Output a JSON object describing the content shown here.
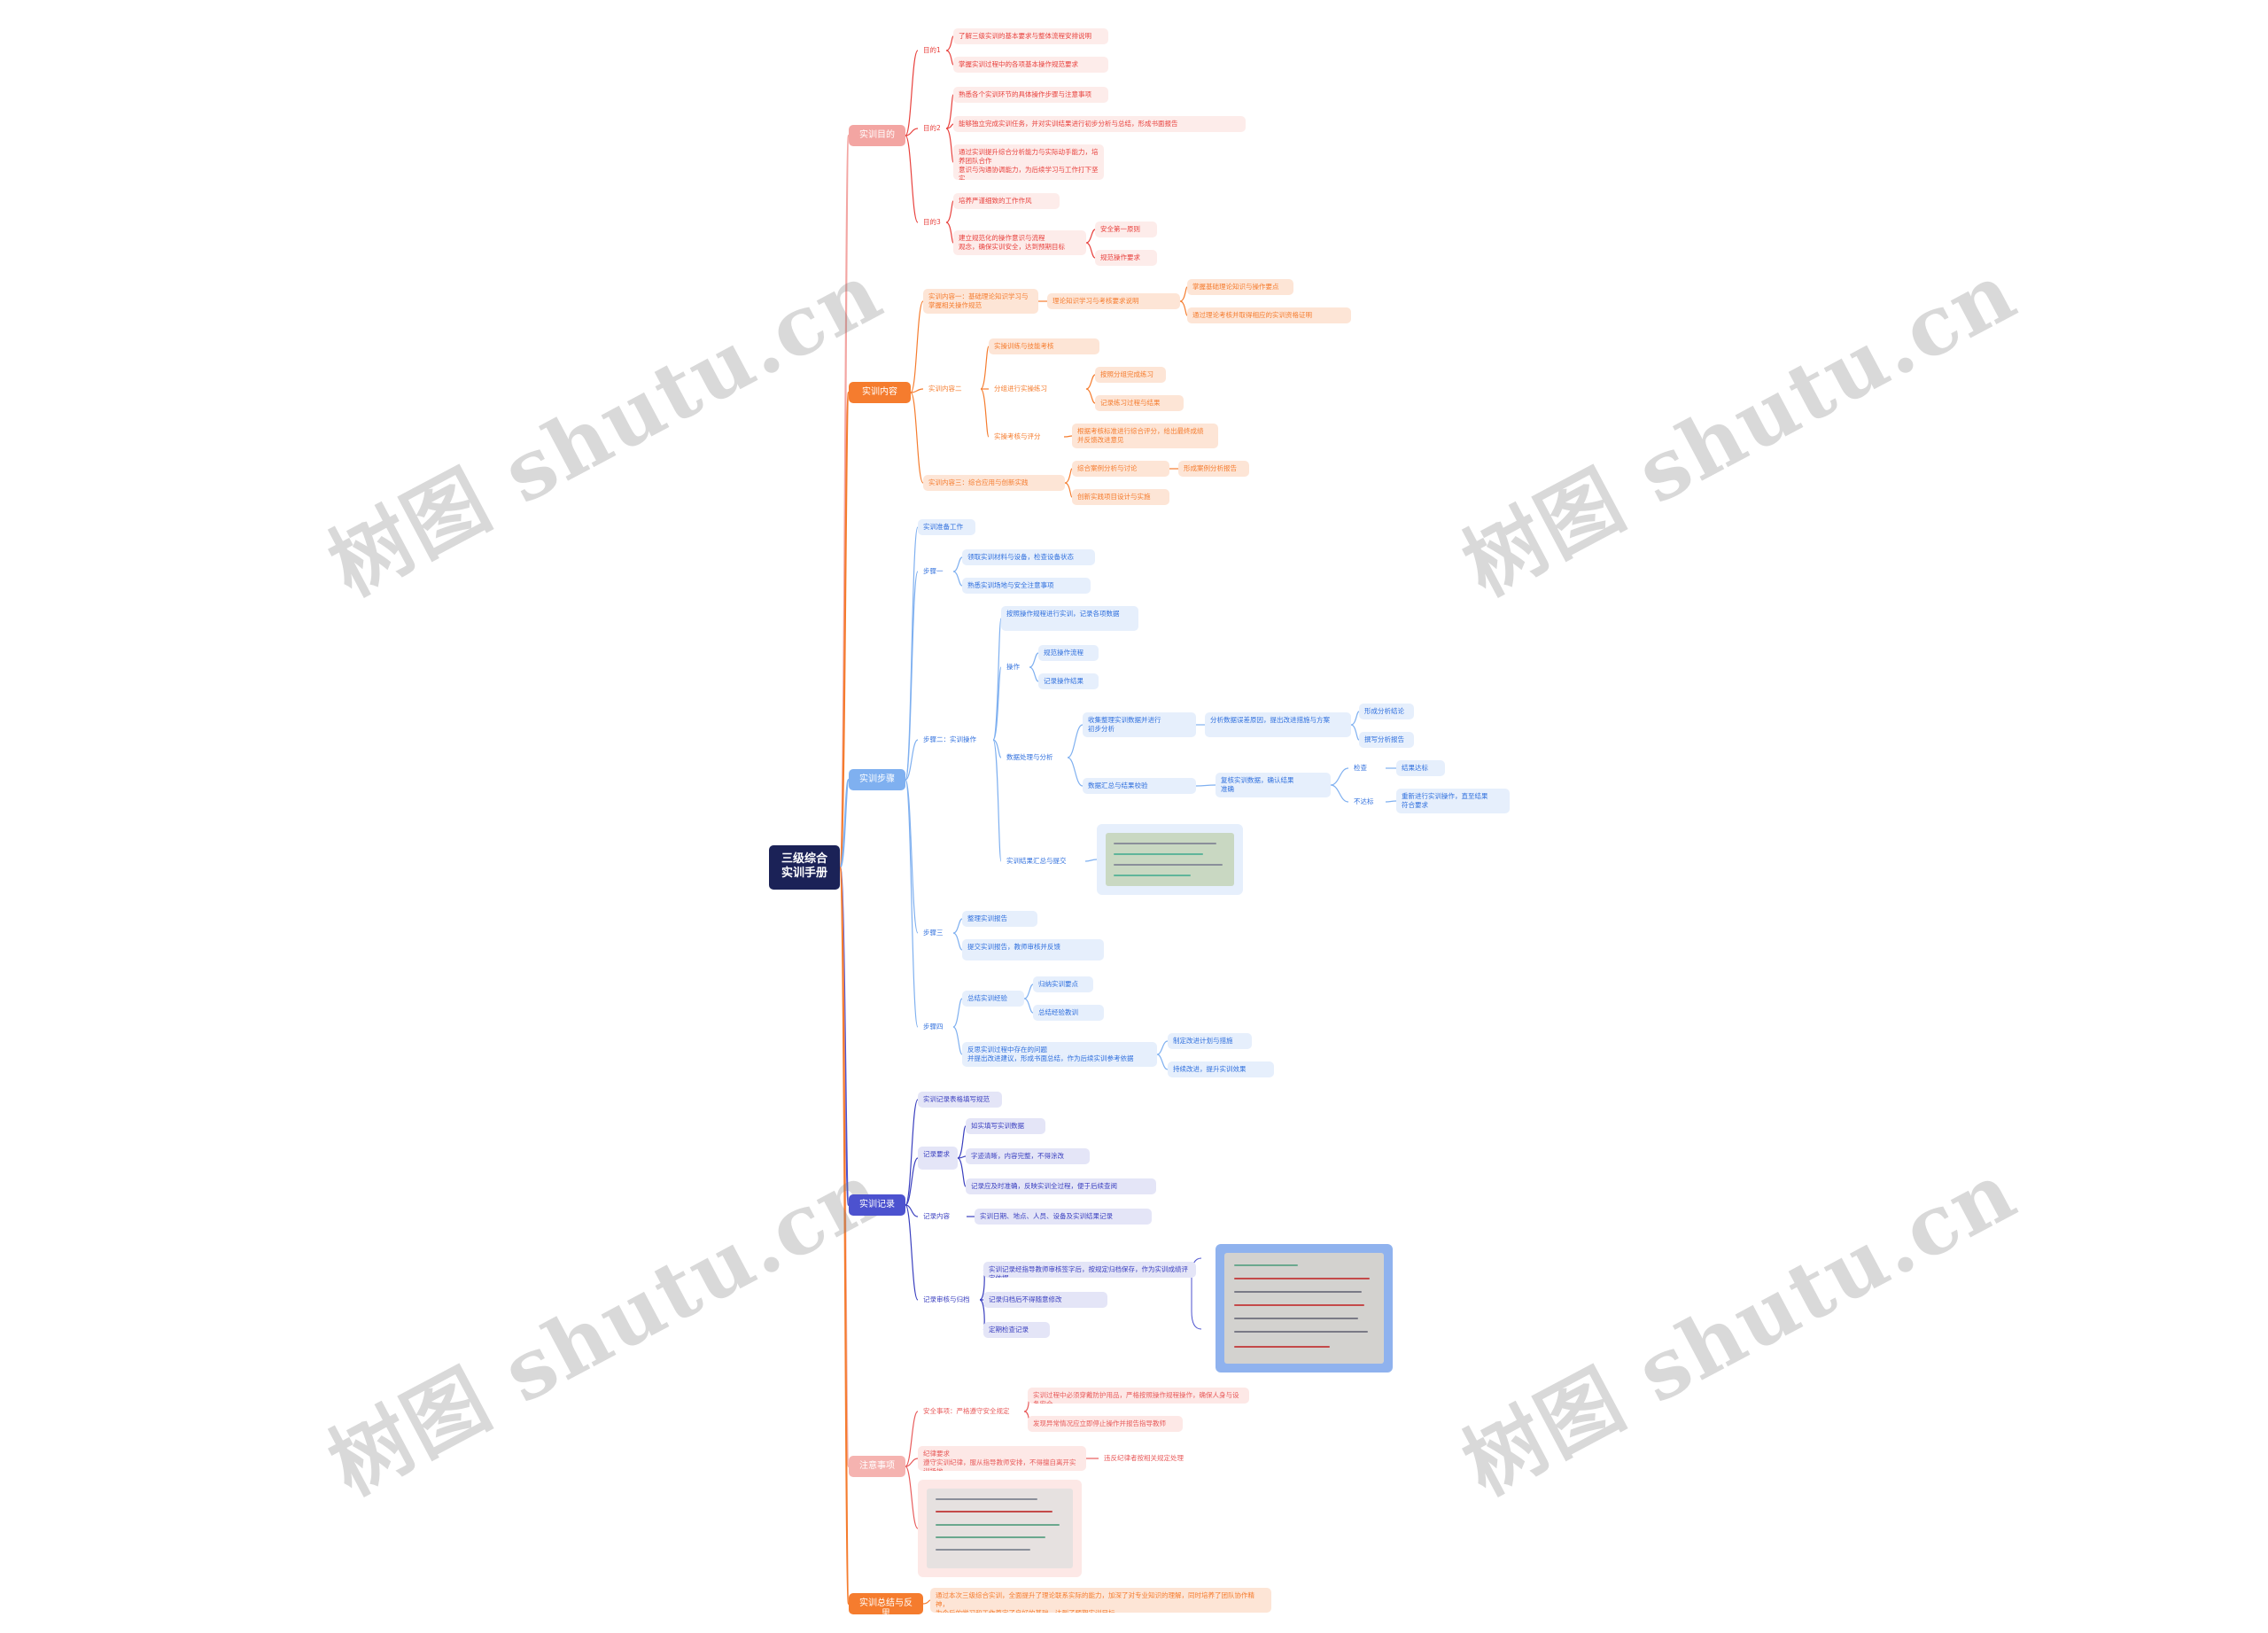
{
  "watermark_text": "树图 shutu.cn",
  "colors": {
    "red": "#e8413d",
    "red_fill": "#fdecea",
    "red_branch": "#f3a5a2",
    "orange": "#f57c2e",
    "orange_fill": "#fde5d6",
    "blue": "#2f6fdd",
    "blue_fill": "#e6effc",
    "blue_branch": "#7fb0f0",
    "indigo": "#3a3fbf",
    "indigo_fill": "#e4e5f7",
    "indigo_branch": "#4c52cf",
    "pink": "#e85b5b",
    "pink_fill": "#fde8e6",
    "pink_branch": "#f5b3b0",
    "root": "#1b2257"
  },
  "root": {
    "label": "三级综合\n实训手册"
  },
  "branches": [
    {
      "id": "b1",
      "label": "实训目的"
    },
    {
      "id": "b2",
      "label": "实训内容"
    },
    {
      "id": "b3",
      "label": "实训步骤"
    },
    {
      "id": "b4",
      "label": "实训记录"
    },
    {
      "id": "b5",
      "label": "注意事项"
    },
    {
      "id": "b6",
      "label": "实训总结与反思"
    }
  ],
  "nodes": {
    "n1": "目的1",
    "n1a": "了解三级实训的基本要求与整体流程安排说明",
    "n1b": "掌握实训过程中的各项基本操作规范要求",
    "n2": "目的2",
    "n2a": "熟悉各个实训环节的具体操作步骤与注意事项",
    "n2b": "能够独立完成实训任务，并对实训结果进行初步分析与总结，形成书面报告",
    "n2c": "通过实训提升综合分析能力与实际动手能力，培养团队合作\n意识与沟通协调能力，为后续学习与工作打下坚实\n基础并积累相关实践经验与技能",
    "n3": "目的3",
    "n3a": "培养严谨细致的工作作风",
    "n3b": "建立规范化的操作意识与流程\n观念，确保实训安全，达到预期目标",
    "n3b1": "安全第一原则",
    "n3b2": "规范操作要求",
    "o1": "实训内容一：基础理论知识学习与\n掌握相关操作规范",
    "o1a": "理论知识学习与考核要求说明",
    "o1a1": "掌握基础理论知识与操作要点",
    "o1a2": "通过理论考核并取得相应的实训资格证明",
    "o2": "实训内容二",
    "o2a": "实操训练与技能考核",
    "o2b": "分组进行实操练习",
    "o2b1": "按照分组完成练习",
    "o2b2": "记录练习过程与结果",
    "o2c": "实操考核与评分",
    "o2c1": "根据考核标准进行综合评分，给出最终成绩\n并反馈改进意见",
    "o3": "实训内容三：综合应用与创新实践",
    "o3a": "综合案例分析与讨论",
    "o3a1": "形成案例分析报告",
    "o3b": "创新实践项目设计与实施",
    "s0": "实训准备工作",
    "s1": "步骤一",
    "s1a": "领取实训材料与设备，检查设备状态",
    "s1b": "熟悉实训场地与安全注意事项",
    "s2": "步骤二：实训操作",
    "s2a": "按照操作规程进行实训，记录各项数据",
    "s2b": "操作",
    "s2b1": "规范操作流程",
    "s2b2": "记录操作结果",
    "s2c": "数据处理与分析",
    "s2c1": "收集整理实训数据并进行\n初步分析",
    "s2c2": "分析数据误差原因，提出改进措施与方案",
    "s2c3": "形成分析结论",
    "s2c4": "撰写分析报告",
    "s2d": "数据汇总与结果校验",
    "s2d1": "复核实训数据，确认结果\n准确",
    "s2e": "检查",
    "s2e1": "结果达标",
    "s2f": "不达标",
    "s2f1": "重新进行实训操作，直至结果\n符合要求",
    "s2g": "实训结果汇总与提交",
    "s3": "步骤三",
    "s3a": "整理实训报告",
    "s3b": "提交实训报告，教师审核并反馈",
    "s4": "步骤四",
    "s4a": "总结实训经验",
    "s4a1": "归纳实训要点",
    "s4a2": "总结经验教训",
    "s4b": "反思实训过程中存在的问题\n并提出改进建议，形成书面总结，作为后续实训参考依据",
    "s4b1": "制定改进计划与措施",
    "s4b2": "持续改进，提升实训效果",
    "r0": "实训记录表格填写规范",
    "r1": "记录要求",
    "r1a": "如实填写实训数据",
    "r1b": "字迹清晰，内容完整，不得涂改",
    "r1c": "记录应及时准确，反映实训全过程，便于后续查阅",
    "r2": "记录内容",
    "r2a": "实训日期、地点、人员、设备及实训结果记录",
    "r3": "记录审核与归档",
    "r3a": "实训记录经指导教师审核签字后，按规定归档保存，作为实训成绩评定依据",
    "r3b": "记录归档后不得随意修改",
    "r3c": "定期检查记录",
    "p1": "安全事项：严格遵守安全规定",
    "p1a": "实训过程中必须穿戴防护用品，严格按照操作规程操作，确保人身与设备安全",
    "p1b": "发现异常情况应立即停止操作并报告指导教师",
    "p2": "纪律要求\n遵守实训纪律，服从指导教师安排，不得擅自离开实训场地",
    "p2a": "违反纪律者按相关规定处理",
    "t1": "通过本次三级综合实训，全面提升了理论联系实际的能力，加深了对专业知识的理解，同时培养了团队协作精神，\n为今后的学习和工作奠定了良好的基础，达到了预期实训目标"
  }
}
